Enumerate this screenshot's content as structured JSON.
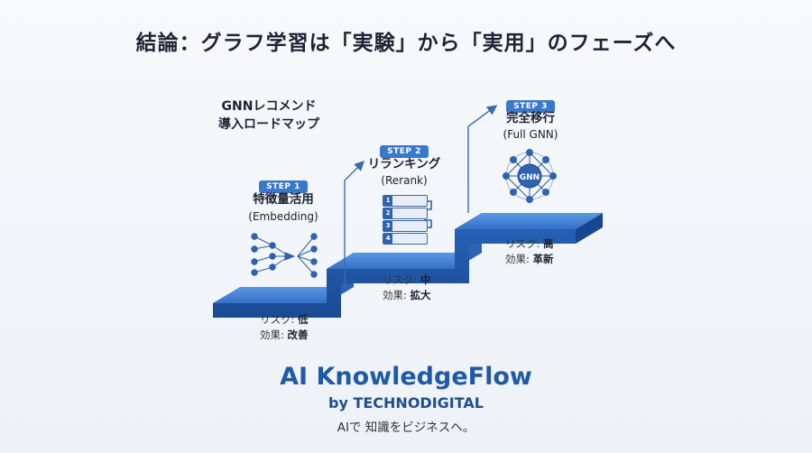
{
  "title": "結論：グラフ学習は「実験」から「実用」のフェーズへ",
  "roadmap": {
    "line1": "GNNレコメンド",
    "line2": "導入ロードマップ"
  },
  "steps": [
    {
      "badge": "STEP 1",
      "name": "特徴量活用",
      "sub": "(Embedding)",
      "risk_label": "リスク:",
      "risk": "低",
      "effect_label": "効果:",
      "effect": "改善"
    },
    {
      "badge": "STEP 2",
      "name": "リランキング",
      "sub": "(Rerank)",
      "risk_label": "リスク:",
      "risk": "中",
      "effect_label": "効果:",
      "effect": "拡大",
      "list_numbers": [
        "1",
        "2",
        "3",
        "4"
      ]
    },
    {
      "badge": "STEP 3",
      "name": "完全移行",
      "sub": "(Full GNN)",
      "risk_label": "リスク:",
      "risk": "高",
      "effect_label": "効果:",
      "effect": "革新",
      "node_label": "GNN"
    }
  ],
  "brand": {
    "name": "AI KnowledgeFlow",
    "by": "by TECHNODIGITAL",
    "tagline": "AIで 知識をビジネスへ。"
  },
  "colors": {
    "stair_top": "#3d7fd6",
    "stair_front": "#1f56a8",
    "badge": "#3a78c9",
    "arrow": "#3c6aa8",
    "brand": "#1f5aa8"
  }
}
